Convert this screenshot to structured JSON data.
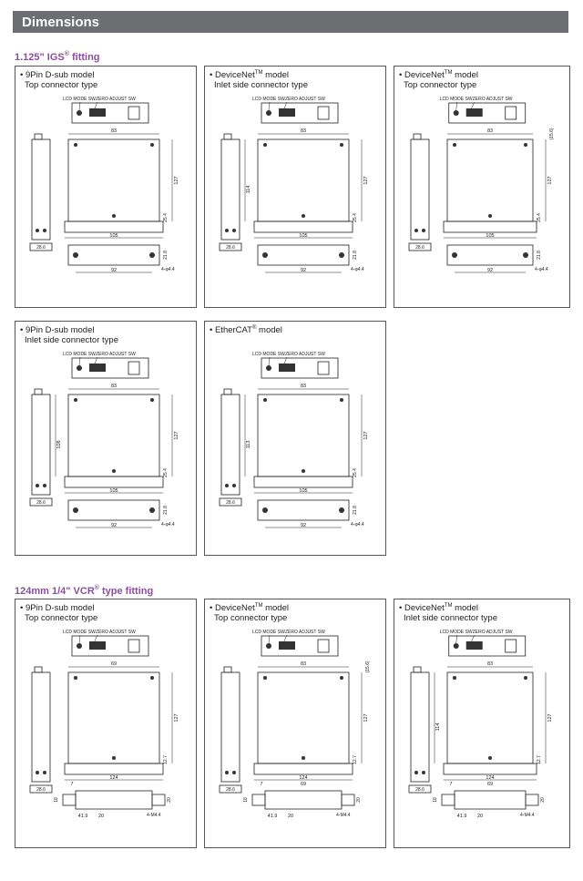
{
  "header": {
    "title": "Dimensions"
  },
  "sections": [
    {
      "title": "1.125\" IGS",
      "sup": "®",
      "suffix": " fitting"
    },
    {
      "title": "124mm 1/4\" VCR",
      "sup": "®",
      "suffix": " type fitting"
    }
  ],
  "cards": [
    {
      "model": "9Pin D-sub model",
      "model_sup": "",
      "subtype": "Top connector type",
      "labels": {
        "lcd": "LCD MODE SW",
        "zero": "ZERO ADJUST SW"
      },
      "dims": {
        "w": "83",
        "h": "127",
        "base": "105",
        "s1": "28.6",
        "s2": "25.4",
        "d1": "21.8",
        "d2": "92",
        "hole": "4-φ4.4"
      }
    },
    {
      "model": "DeviceNet",
      "model_sup": "TM",
      "model_suffix": " model",
      "subtype": "Inlet side connector type",
      "labels": {
        "lcd": "LCD MODE SW",
        "zero": "ZERO ADJUST SW"
      },
      "dims": {
        "w": "83",
        "h": "127",
        "side": "114",
        "base": "105",
        "s1": "28.6",
        "s2": "25.4",
        "d1": "21.8",
        "d2": "92",
        "hole": "4-φ4.4"
      }
    },
    {
      "model": "DeviceNet",
      "model_sup": "TM",
      "model_suffix": " model",
      "subtype": "Top connector type",
      "labels": {
        "lcd": "LCD MODE SW",
        "zero": "ZERO ADJUST SW"
      },
      "dims": {
        "w": "83",
        "h": "127",
        "top": "(15.6)",
        "base": "105",
        "s1": "28.6",
        "s2": "25.4",
        "d1": "21.8",
        "d2": "92",
        "hole": "4-φ4.4"
      }
    },
    {
      "model": "9Pin D-sub model",
      "model_sup": "",
      "subtype": "Inlet side connector type",
      "labels": {
        "lcd": "LCD MODE SW",
        "zero": "ZERO ADJUST SW"
      },
      "dims": {
        "w": "83",
        "h": "127",
        "side": "108",
        "base": "105",
        "s1": "28.6",
        "s2": "25.4",
        "d1": "21.8",
        "d2": "92",
        "hole": "4-φ4.4"
      }
    },
    {
      "model": "EtherCAT",
      "model_sup": "®",
      "model_suffix": " model",
      "subtype": "",
      "labels": {
        "lcd": "LCD MODE SW",
        "zero": "ZERO ADJUST SW"
      },
      "dims": {
        "w": "83",
        "h": "127",
        "side": "113",
        "base": "105",
        "s1": "28.6",
        "s2": "25.4",
        "d1": "21.8",
        "d2": "92",
        "hole": "4-φ4.4"
      }
    },
    {
      "model": "9Pin D-sub model",
      "model_sup": "",
      "subtype": "Top connector type",
      "labels": {
        "lcd": "LCD MODE SW",
        "zero": "ZERO ADJUST SW"
      },
      "dims": {
        "w": "69",
        "h": "127",
        "base": "124",
        "s1": "28.6",
        "s2": "12.7",
        "a": "7",
        "b": "18",
        "c": "41.9",
        "d": "20",
        "e": "20",
        "hole": "4-M4.4"
      }
    },
    {
      "model": "DeviceNet",
      "model_sup": "TM",
      "model_suffix": " model",
      "subtype": "Top connector type",
      "labels": {
        "lcd": "LCD MODE SW",
        "zero": "ZERO ADJUST SW"
      },
      "dims": {
        "w": "83",
        "h": "127",
        "top": "(15.6)",
        "base": "124",
        "s1": "28.6",
        "s2": "12.7",
        "a": "7",
        "w2": "69",
        "b": "18",
        "c": "41.9",
        "d": "20",
        "e": "20",
        "hole": "4-M4.4"
      }
    },
    {
      "model": "DeviceNet",
      "model_sup": "TM",
      "model_suffix": " model",
      "subtype": "Inlet side connector type",
      "labels": {
        "lcd": "LCD MODE SW",
        "zero": "ZERO ADJUST SW"
      },
      "dims": {
        "w": "83",
        "h": "127",
        "side": "114",
        "base": "124",
        "s1": "28.6",
        "s2": "12.7",
        "a": "7",
        "w2": "69",
        "b": "18",
        "c": "41.9",
        "d": "20",
        "e": "20",
        "hole": "4-M4.4"
      }
    }
  ]
}
